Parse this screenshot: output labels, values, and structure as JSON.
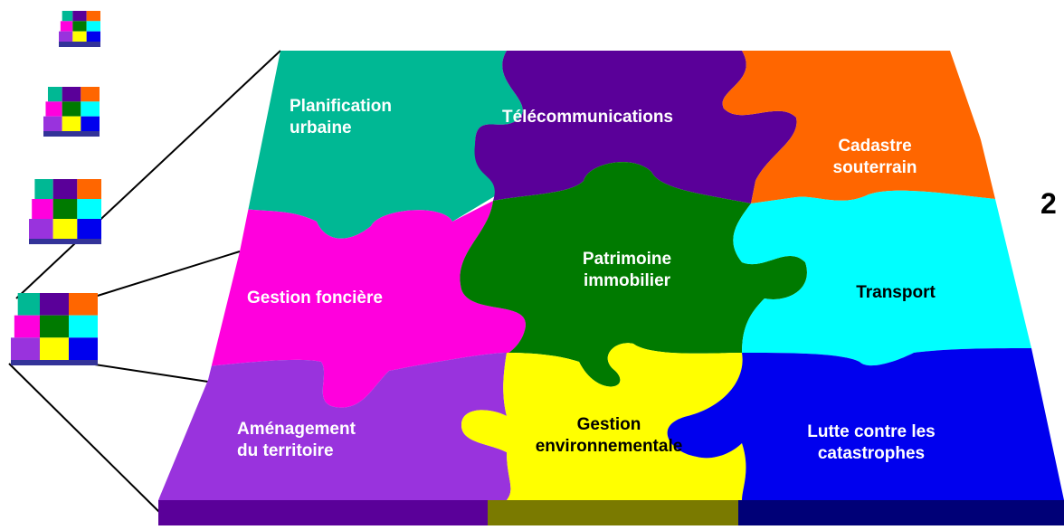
{
  "pieces": [
    {
      "id": "planification",
      "lines": [
        "Planification",
        "urbaine"
      ],
      "color": "#00B894",
      "text_color": "#ffffff"
    },
    {
      "id": "telecom",
      "lines": [
        "Télécommunications"
      ],
      "color": "#5A0099",
      "text_color": "#ffffff"
    },
    {
      "id": "cadastre",
      "lines": [
        "Cadastre",
        "souterrain"
      ],
      "color": "#FF6600",
      "text_color": "#ffffff"
    },
    {
      "id": "fonciere",
      "lines": [
        "Gestion foncière"
      ],
      "color": "#FF00DD",
      "text_color": "#ffffff"
    },
    {
      "id": "patrimoine",
      "lines": [
        "Patrimoine",
        "immobilier"
      ],
      "color": "#007A00",
      "text_color": "#ffffff"
    },
    {
      "id": "transport",
      "lines": [
        "Transport"
      ],
      "color": "#00FFFF",
      "text_color": "#000000"
    },
    {
      "id": "amenagement",
      "lines": [
        "Aménagement",
        "du territoire"
      ],
      "color": "#9933DD",
      "text_color": "#ffffff"
    },
    {
      "id": "environnement",
      "lines": [
        "Gestion",
        "environnementale"
      ],
      "color": "#FFFF00",
      "text_color": "#000000"
    },
    {
      "id": "catastrophes",
      "lines": [
        "Lutte contre les",
        "catastrophes"
      ],
      "color": "#0000EE",
      "text_color": "#ffffff"
    }
  ],
  "side_number": "2",
  "base_colors": [
    "#5A0099",
    "#7A7A00",
    "#000077"
  ],
  "thumbnail_count": 4
}
